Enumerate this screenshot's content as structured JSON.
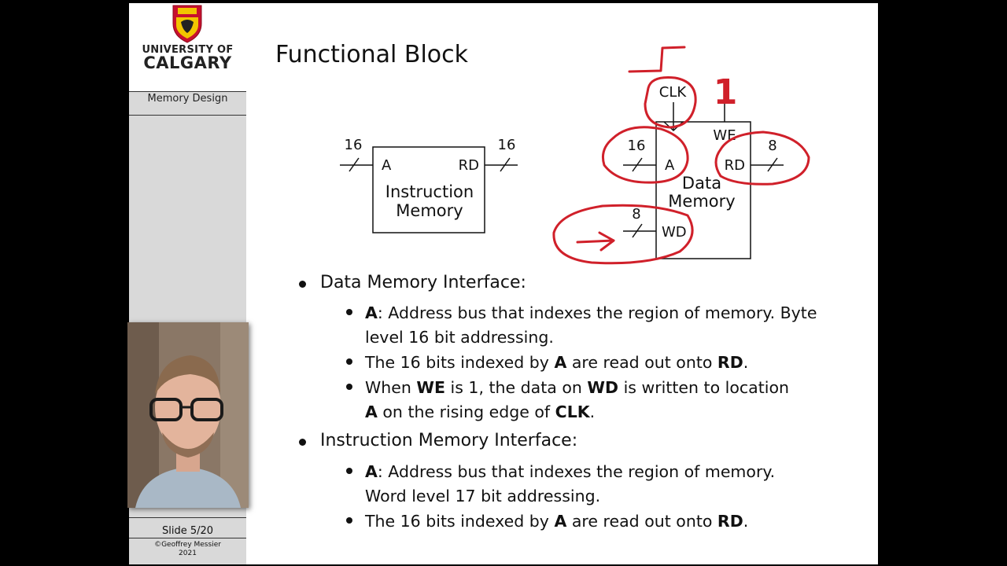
{
  "sidebar": {
    "university_line1": "UNIVERSITY OF",
    "university_line2": "CALGARY",
    "section": "Memory Design",
    "slide_number": "Slide 5/20",
    "copyright_line1": "©Geoffrey Messier",
    "copyright_line2": "2021"
  },
  "slide": {
    "title": "Functional Block"
  },
  "diagram": {
    "instruction_memory": {
      "label_line1": "Instruction",
      "label_line2": "Memory",
      "port_a": "A",
      "port_rd": "RD",
      "a_width": "16",
      "rd_width": "16"
    },
    "data_memory": {
      "label_line1": "Data",
      "label_line2": "Memory",
      "port_a": "A",
      "port_rd": "RD",
      "port_wd": "WD",
      "port_we": "WE",
      "clock": "CLK",
      "a_width": "16",
      "rd_width": "8",
      "wd_width": "8"
    },
    "annotation_we_value": "1"
  },
  "bullets": {
    "data_heading": "Data Memory Interface:",
    "data_a_prefix": "A",
    "data_a_text": ": Address bus that indexes the region of memory. Byte",
    "data_a_text2": "level 16 bit addressing.",
    "data_rd_pre": "The 16 bits indexed by ",
    "data_rd_a": "A",
    "data_rd_mid": " are read out onto ",
    "data_rd_rd": "RD",
    "data_rd_end": ".",
    "data_we_pre": "When ",
    "data_we_we": "WE",
    "data_we_mid": " is 1, the data on ",
    "data_we_wd": "WD",
    "data_we_end": " is written to location",
    "data_we2_a": "A",
    "data_we2_mid": " on the rising edge of ",
    "data_we2_clk": "CLK",
    "data_we2_end": ".",
    "instr_heading": "Instruction Memory Interface:",
    "instr_a_prefix": "A",
    "instr_a_text": ": Address bus that indexes the region of memory.",
    "instr_a_text2": "Word level 17 bit addressing.",
    "instr_rd_pre": "The 16 bits indexed by ",
    "instr_rd_a": "A",
    "instr_rd_mid": " are read out onto ",
    "instr_rd_rd": "RD",
    "instr_rd_end": "."
  },
  "colors": {
    "ink_annotation": "#d0202a",
    "sidebar_bg": "#d9d9d9",
    "text": "#111111"
  }
}
